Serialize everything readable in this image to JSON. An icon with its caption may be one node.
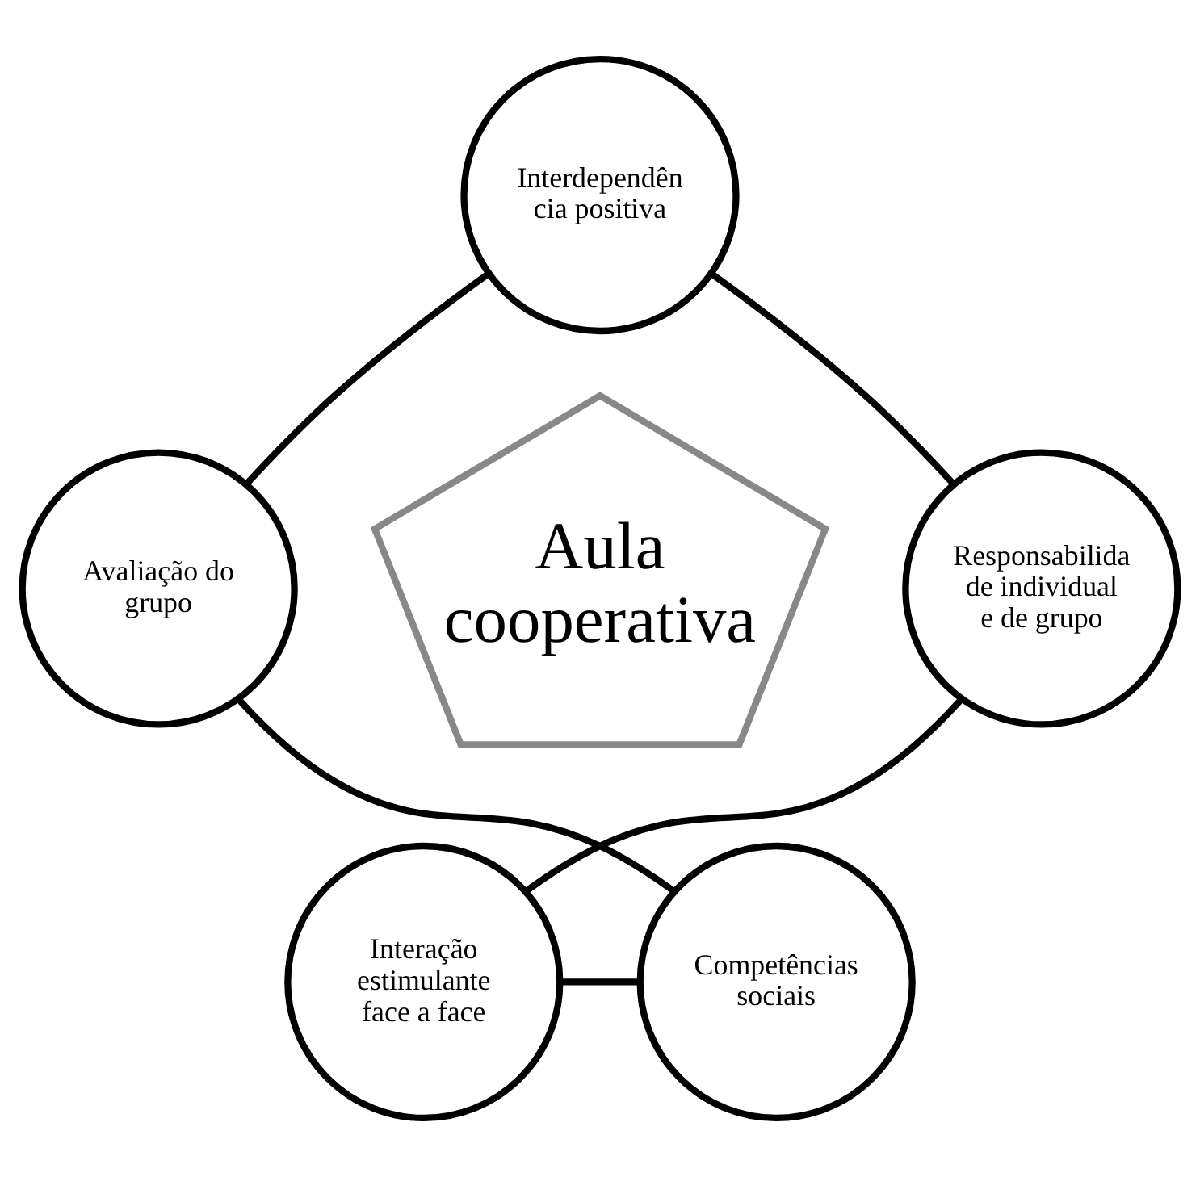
{
  "diagram": {
    "nodes": [
      {
        "text": [
          "Interdependên cia positiva"
        ]
      },
      {
        "text": [
          "Avaliação do grupo"
        ]
      },
      {
        "text": [
          "Responsabilida de individual e de grupo"
        ]
      },
      {
        "text": [
          "Aula cooperativa"
        ]
      },
      {
        "text": [
          "Competências sociais"
        ]
      },
      {
        "text": [
          "Interação estimulante face a face"
        ]
      }
    ],
    "edges": [
      {
        "from": 0,
        "to": 2,
        "arrow": "none"
      },
      {
        "from": 2,
        "to": 5,
        "arrow": "none"
      },
      {
        "from": 5,
        "to": 4,
        "arrow": "none"
      },
      {
        "from": 4,
        "to": 1,
        "arrow": "none"
      },
      {
        "from": 1,
        "to": 0,
        "arrow": "none"
      }
    ]
  }
}
